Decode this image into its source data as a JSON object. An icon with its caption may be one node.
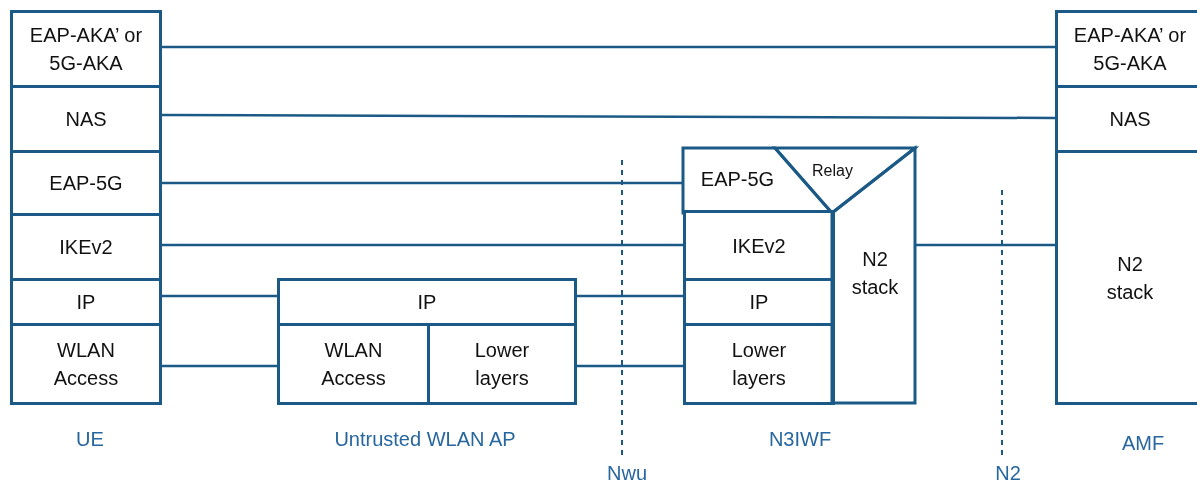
{
  "diagram": {
    "nodes": [
      {
        "text": [
          "EAP-AKA’ or 5G-AKA"
        ]
      },
      {
        "text": [
          "NAS"
        ]
      },
      {
        "text": [
          "EAP-5G"
        ]
      },
      {
        "text": [
          "IKEv2"
        ]
      },
      {
        "text": [
          "IP"
        ]
      },
      {
        "text": [
          "WLAN Access"
        ]
      },
      {
        "text": [
          "IP"
        ]
      },
      {
        "text": [
          "WLAN Access"
        ]
      },
      {
        "text": [
          "Lower layers"
        ]
      },
      {
        "text": [
          "EAP-5G"
        ]
      },
      {
        "text": [
          "Relay"
        ]
      },
      {
        "text": [
          "IKEv2"
        ]
      },
      {
        "text": [
          "IP"
        ]
      },
      {
        "text": [
          "Lower layers"
        ]
      },
      {
        "text": [
          "N2 stack"
        ]
      },
      {
        "text": [
          "EAP-AKA’ or 5G-AKA"
        ]
      },
      {
        "text": [
          "NAS"
        ]
      },
      {
        "text": [
          "N2 stack"
        ]
      }
    ],
    "edges": [
      {
        "from": 0,
        "to": 15,
        "arrow": "none"
      },
      {
        "from": 1,
        "to": 16,
        "arrow": "none"
      },
      {
        "from": 2,
        "to": 9,
        "arrow": "none"
      },
      {
        "from": 3,
        "to": 11,
        "arrow": "none"
      },
      {
        "from": 4,
        "to": 6,
        "arrow": "none"
      },
      {
        "from": 5,
        "to": 7,
        "arrow": "none"
      },
      {
        "from": 6,
        "to": 12,
        "arrow": "none"
      },
      {
        "from": 8,
        "to": 13,
        "arrow": "none"
      },
      {
        "from": 14,
        "to": 17,
        "arrow": "none"
      }
    ],
    "labels": [
      "UE",
      "Untrusted WLAN AP",
      "N3IWF",
      "AMF",
      "Nwu",
      "N2"
    ]
  }
}
